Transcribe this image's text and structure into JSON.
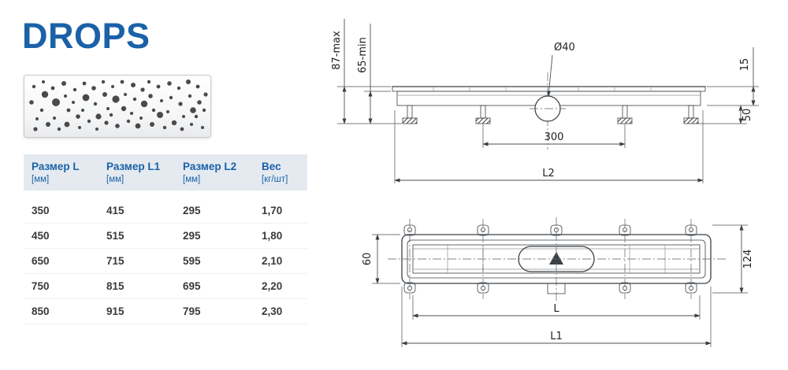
{
  "page": {
    "title": "DROPS"
  },
  "table": {
    "headers": [
      {
        "label": "Размер L",
        "unit": "[мм]"
      },
      {
        "label": "Размер L1",
        "unit": "[мм]"
      },
      {
        "label": "Размер L2",
        "unit": "[мм]"
      },
      {
        "label": "Вес",
        "unit": "[кг/шт]"
      }
    ],
    "rows": [
      [
        "350",
        "415",
        "295",
        "1,70"
      ],
      [
        "450",
        "515",
        "295",
        "1,80"
      ],
      [
        "650",
        "715",
        "595",
        "2,10"
      ],
      [
        "750",
        "815",
        "695",
        "2,20"
      ],
      [
        "850",
        "915",
        "795",
        "2,30"
      ]
    ]
  },
  "drawings": {
    "side_view": {
      "dim_height_max": "87-max",
      "dim_height_min": "65-min",
      "dim_diameter": "Ø40",
      "dim_top": "15",
      "dim_bottom": "50",
      "dim_span": "300",
      "dim_length": "L2"
    },
    "plan_view": {
      "dim_width_inner": "60",
      "dim_width_outer": "124",
      "dim_length_inner": "L",
      "dim_length_outer": "L1"
    }
  },
  "colors": {
    "accent": "#1b61a8",
    "line": "#3b4046"
  }
}
